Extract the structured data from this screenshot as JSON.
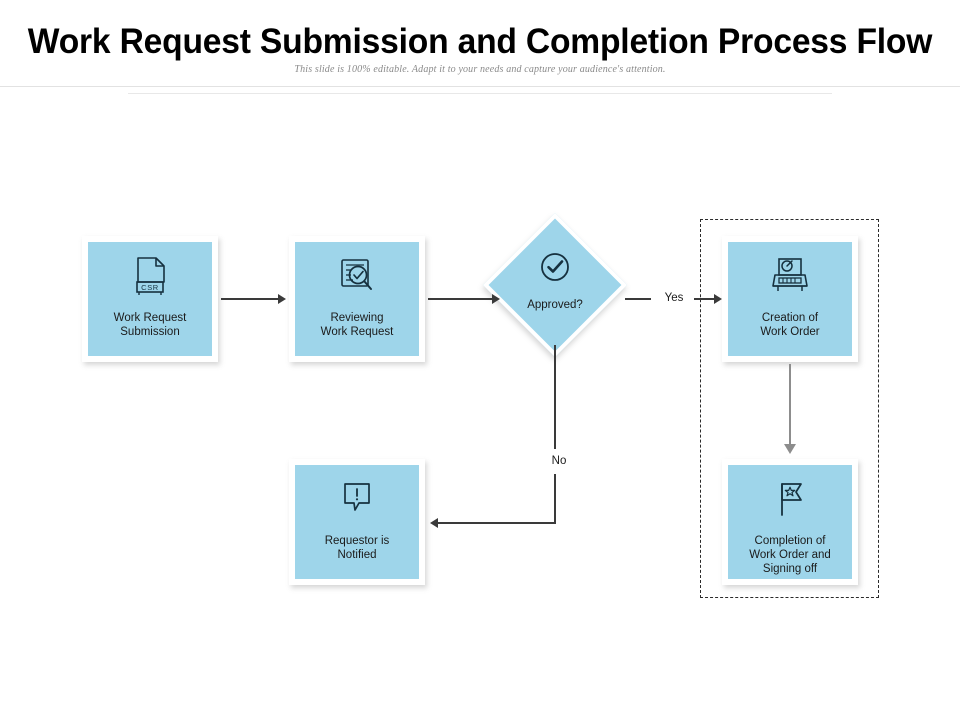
{
  "header": {
    "title": "Work Request Submission and Completion Process Flow",
    "subtitle": "This slide is 100% editable. Adapt it to your needs and capture your audience's attention."
  },
  "theme": {
    "node_fill": "#9ed5ea",
    "node_frame": "#ffffff",
    "connector": "#3a3a3a",
    "connector_grey": "#8d8d8d",
    "dashed_border": "#2b2b2b",
    "title_color": "#000000",
    "subtitle_color": "#8a8a8a",
    "background": "#ffffff"
  },
  "diagram": {
    "type": "flowchart",
    "nodes": [
      {
        "id": "work-request-submission",
        "label": "Work Request\nSubmission",
        "shape": "rectangle",
        "icon": "document-csr-icon",
        "icon_text": "CSR"
      },
      {
        "id": "reviewing-work-request",
        "label": "Reviewing\nWork Request",
        "shape": "rectangle",
        "icon": "document-review-magnifier-icon"
      },
      {
        "id": "approved-decision",
        "label": "Approved?",
        "shape": "diamond",
        "icon": "check-circle-icon"
      },
      {
        "id": "creation-of-work-order",
        "label": "Creation of\nWork Order",
        "shape": "rectangle",
        "icon": "typewriter-document-icon"
      },
      {
        "id": "completion-of-work-order",
        "label": "Completion of\nWork Order and\nSigning off",
        "shape": "rectangle",
        "icon": "flag-star-icon"
      },
      {
        "id": "requestor-is-notified",
        "label": "Requestor is\nNotified",
        "shape": "rectangle",
        "icon": "speech-bubble-alert-icon"
      }
    ],
    "connector_labels": {
      "yes": "Yes",
      "no": "No"
    },
    "edges": [
      {
        "from": "work-request-submission",
        "to": "reviewing-work-request",
        "label": ""
      },
      {
        "from": "reviewing-work-request",
        "to": "approved-decision",
        "label": ""
      },
      {
        "from": "approved-decision",
        "to": "creation-of-work-order",
        "label": "Yes"
      },
      {
        "from": "approved-decision",
        "to": "requestor-is-notified",
        "label": "No"
      },
      {
        "from": "creation-of-work-order",
        "to": "completion-of-work-order",
        "label": ""
      }
    ]
  }
}
